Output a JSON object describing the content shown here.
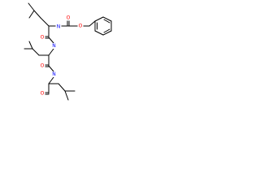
{
  "molecule": {
    "atoms": {
      "o_carbamate_carbonyl": "O",
      "o_carbamate_ester": "O",
      "n_carbamate": "N",
      "o_amide1": "O",
      "n_amide1": "N",
      "o_amide2": "O",
      "n_amide2": "N",
      "o_aldehyde": "O"
    }
  },
  "colors": {
    "bond": "#000000",
    "oxygen": "#ff0000",
    "nitrogen": "#0000ff",
    "background": "#ffffff"
  }
}
